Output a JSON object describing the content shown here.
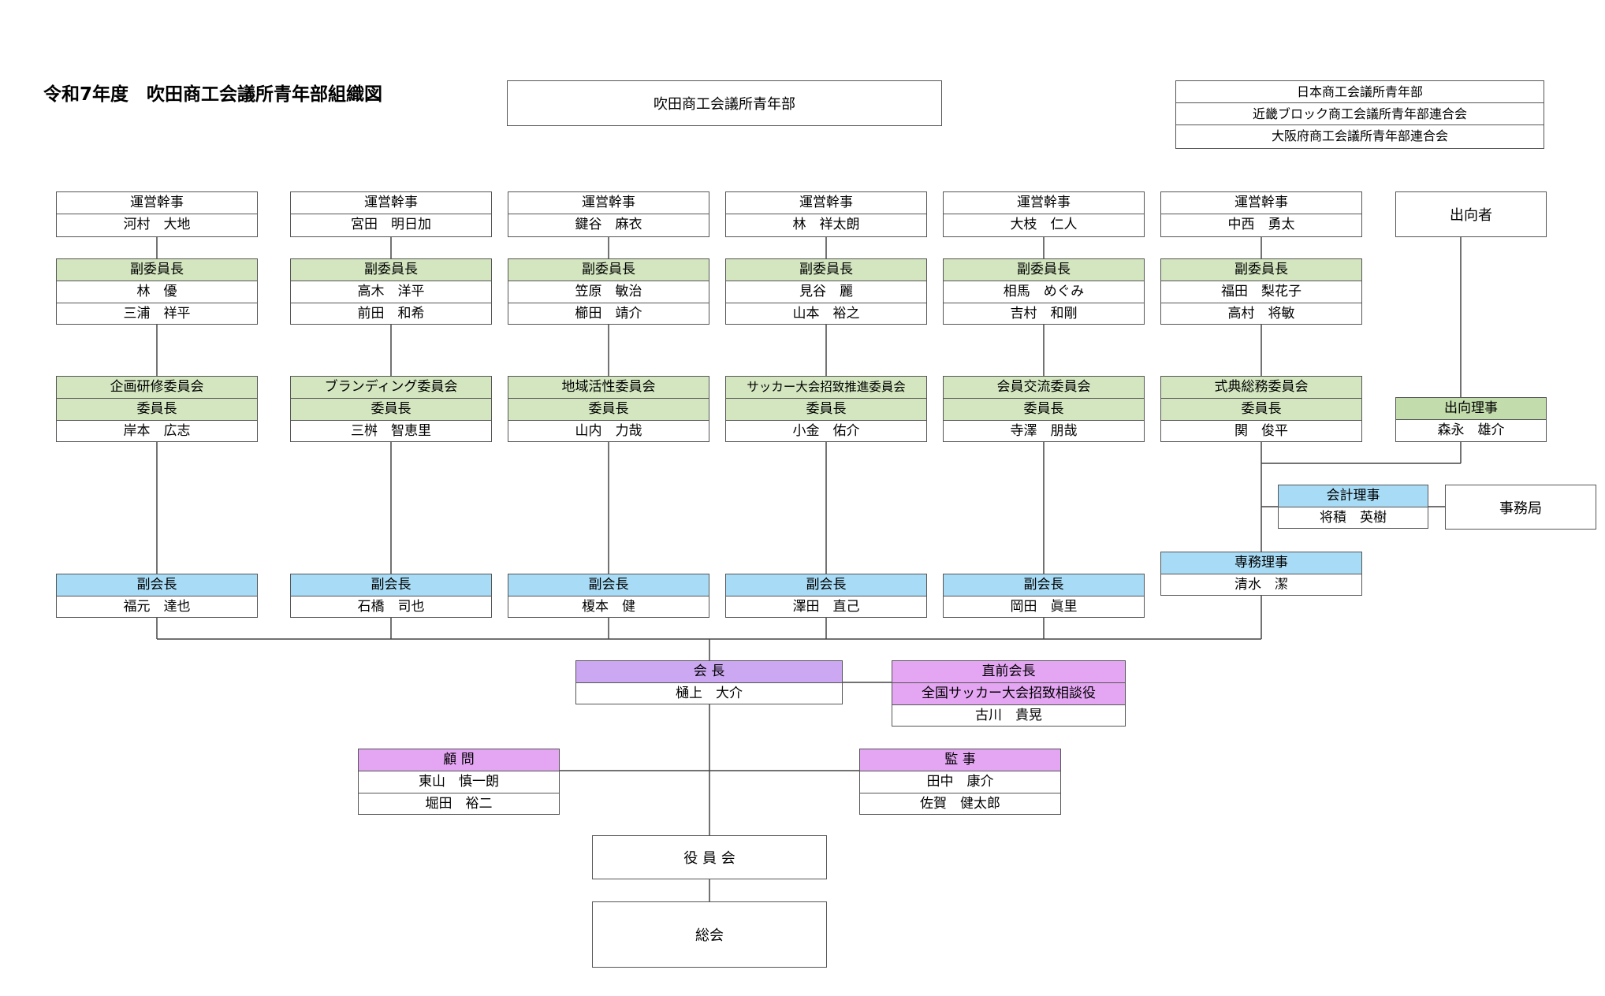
{
  "title": "令和7年度　吹田商工会議所青年部組織図",
  "top_box": "吹田商工会議所青年部",
  "affiliations": [
    "日本商工会議所青年部",
    "近畿ブロック商工会議所青年部連合会",
    "大阪府商工会議所青年部連合会"
  ],
  "columns": [
    {
      "kanji_label": "運営幹事",
      "kanji": "河村　大地",
      "vice_label": "副委員長",
      "vices": [
        "林　優",
        "三浦　祥平"
      ],
      "committee": "企画研修委員会",
      "chair_label": "委員長",
      "chair": "岸本　広志",
      "vp_label": "副会長",
      "vp": "福元　達也"
    },
    {
      "kanji_label": "運営幹事",
      "kanji": "宮田　明日加",
      "vice_label": "副委員長",
      "vices": [
        "高木　洋平",
        "前田　和希"
      ],
      "committee": "ブランディング委員会",
      "chair_label": "委員長",
      "chair": "三桝　智恵里",
      "vp_label": "副会長",
      "vp": "石橋　司也"
    },
    {
      "kanji_label": "運営幹事",
      "kanji": "鍵谷　麻衣",
      "vice_label": "副委員長",
      "vices": [
        "笠原　敏治",
        "櫛田　靖介"
      ],
      "committee": "地域活性委員会",
      "chair_label": "委員長",
      "chair": "山内　力哉",
      "vp_label": "副会長",
      "vp": "榎本　健"
    },
    {
      "kanji_label": "運営幹事",
      "kanji": "林　祥太朗",
      "vice_label": "副委員長",
      "vices": [
        "見谷　麗",
        "山本　裕之"
      ],
      "committee": "サッカー大会招致推進委員会",
      "chair_label": "委員長",
      "chair": "小金　佑介",
      "vp_label": "副会長",
      "vp": "澤田　直己"
    },
    {
      "kanji_label": "運営幹事",
      "kanji": "大枝　仁人",
      "vice_label": "副委員長",
      "vices": [
        "相馬　めぐみ",
        "吉村　和剛"
      ],
      "committee": "会員交流委員会",
      "chair_label": "委員長",
      "chair": "寺澤　朋哉",
      "vp_label": "副会長",
      "vp": "岡田　眞里"
    },
    {
      "kanji_label": "運営幹事",
      "kanji": "中西　勇太",
      "vice_label": "副委員長",
      "vices": [
        "福田　梨花子",
        "高村　将敏"
      ],
      "committee": "式典総務委員会",
      "chair_label": "委員長",
      "chair": "関　俊平"
    }
  ],
  "secondee": {
    "label": "出向者",
    "director_label": "出向理事",
    "director": "森永　雄介"
  },
  "accounting": {
    "label": "会計理事",
    "name": "将積　英樹"
  },
  "office": "事務局",
  "executive": {
    "label": "専務理事",
    "name": "清水　潔"
  },
  "president": {
    "label": "会 長",
    "name": "樋上　大介"
  },
  "past_president": {
    "label": "直前会長",
    "role": "全国サッカー大会招致相談役",
    "name": "古川　貴晃"
  },
  "advisors": {
    "label": "顧 問",
    "names": [
      "東山　慎一朗",
      "堀田　裕二"
    ]
  },
  "auditors": {
    "label": "監 事",
    "names": [
      "田中　康介",
      "佐賀　健太郎"
    ]
  },
  "board": "役 員 会",
  "general": "総会"
}
